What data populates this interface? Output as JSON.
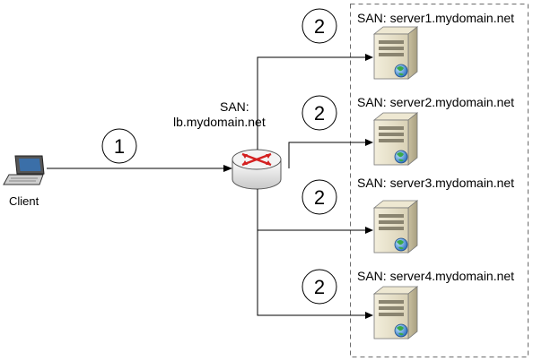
{
  "client": {
    "label": "Client"
  },
  "load_balancer": {
    "san_label": "SAN:",
    "hostname": "lb.mydomain.net"
  },
  "steps": {
    "client_to_lb": "1",
    "lb_to_server": "2"
  },
  "servers": [
    {
      "label": "SAN: server1.mydomain.net"
    },
    {
      "label": "SAN: server2.mydomain.net"
    },
    {
      "label": "SAN: server3.mydomain.net"
    },
    {
      "label": "SAN: server4.mydomain.net"
    }
  ],
  "colors": {
    "line": "#000000",
    "dashed_border": "#6b6b6b",
    "router_arrows": "#d42020",
    "globe": "#3aa84a"
  }
}
